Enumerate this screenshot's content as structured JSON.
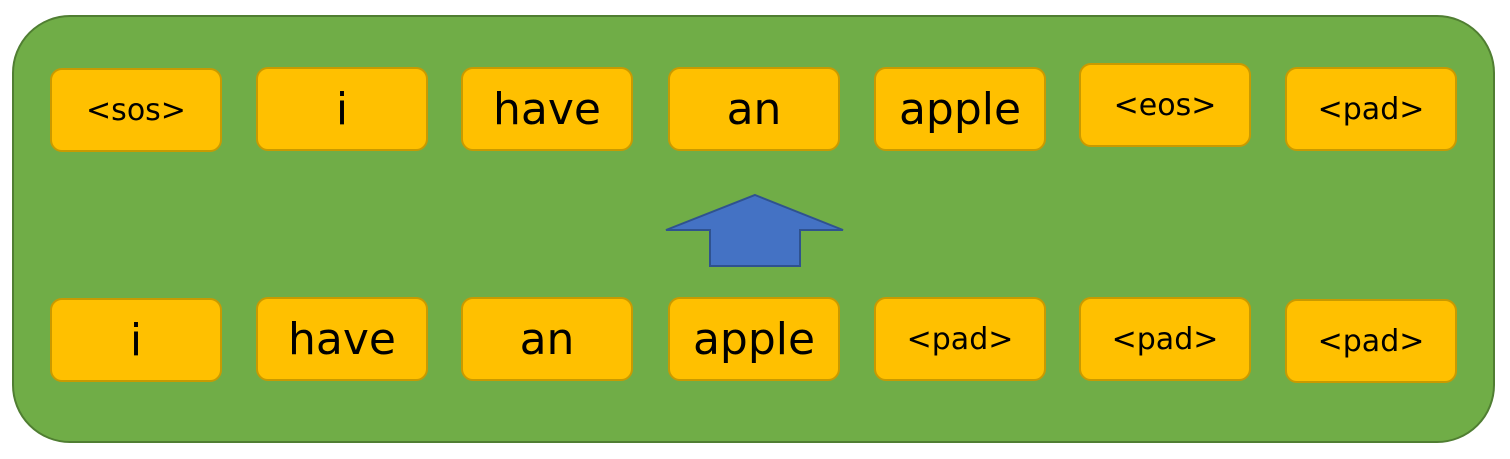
{
  "colors": {
    "panel": "#70ad47",
    "panel_border": "#507e32",
    "token": "#ffc000",
    "token_border": "#c99a00",
    "arrow": "#4472c4",
    "arrow_border": "#2f528f"
  },
  "top_row": [
    "<sos>",
    "i",
    "have",
    "an",
    "apple",
    "<eos>",
    "<pad>"
  ],
  "bottom_row": [
    "i",
    "have",
    "an",
    "apple",
    "<pad>",
    "<pad>",
    "<pad>"
  ],
  "arrow": {
    "direction": "up"
  }
}
